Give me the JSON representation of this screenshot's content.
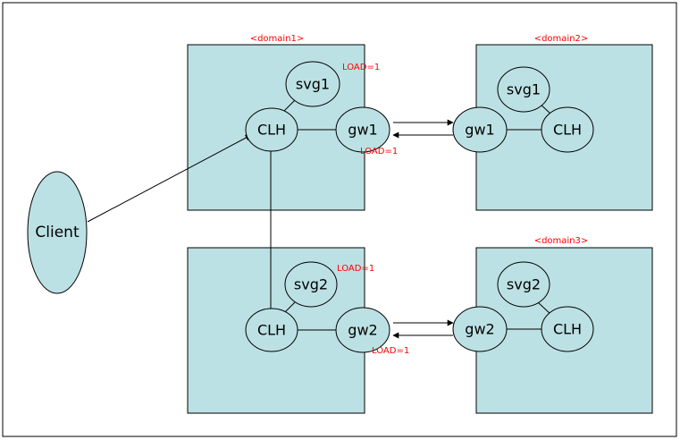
{
  "colors": {
    "box_fill": "#bce1e4",
    "stroke": "#000000",
    "annotation": "#ff0000"
  },
  "domains": [
    {
      "id": "d1",
      "label": "<domain1>"
    },
    {
      "id": "d2",
      "label": "<domain2>"
    },
    {
      "id": "d3",
      "label": "<domain3>"
    },
    {
      "id": "d4",
      "label": ""
    }
  ],
  "nodes": {
    "client": "Client",
    "d1_svg1": "svg1",
    "d1_clh": "CLH",
    "d1_gw1": "gw1",
    "d2_svg1": "svg1",
    "d2_gw1": "gw1",
    "d2_clh": "CLH",
    "d4_svg2": "svg2",
    "d4_clh": "CLH",
    "d4_gw2": "gw2",
    "d3_svg2": "svg2",
    "d3_gw2": "gw2",
    "d3_clh": "CLH"
  },
  "annotations": {
    "load_d1_svg1": "LOAD=1",
    "load_d1_gw1": "LOAD=1",
    "load_d4_svg2": "LOAD=1",
    "load_d4_gw2": "LOAD=1"
  }
}
